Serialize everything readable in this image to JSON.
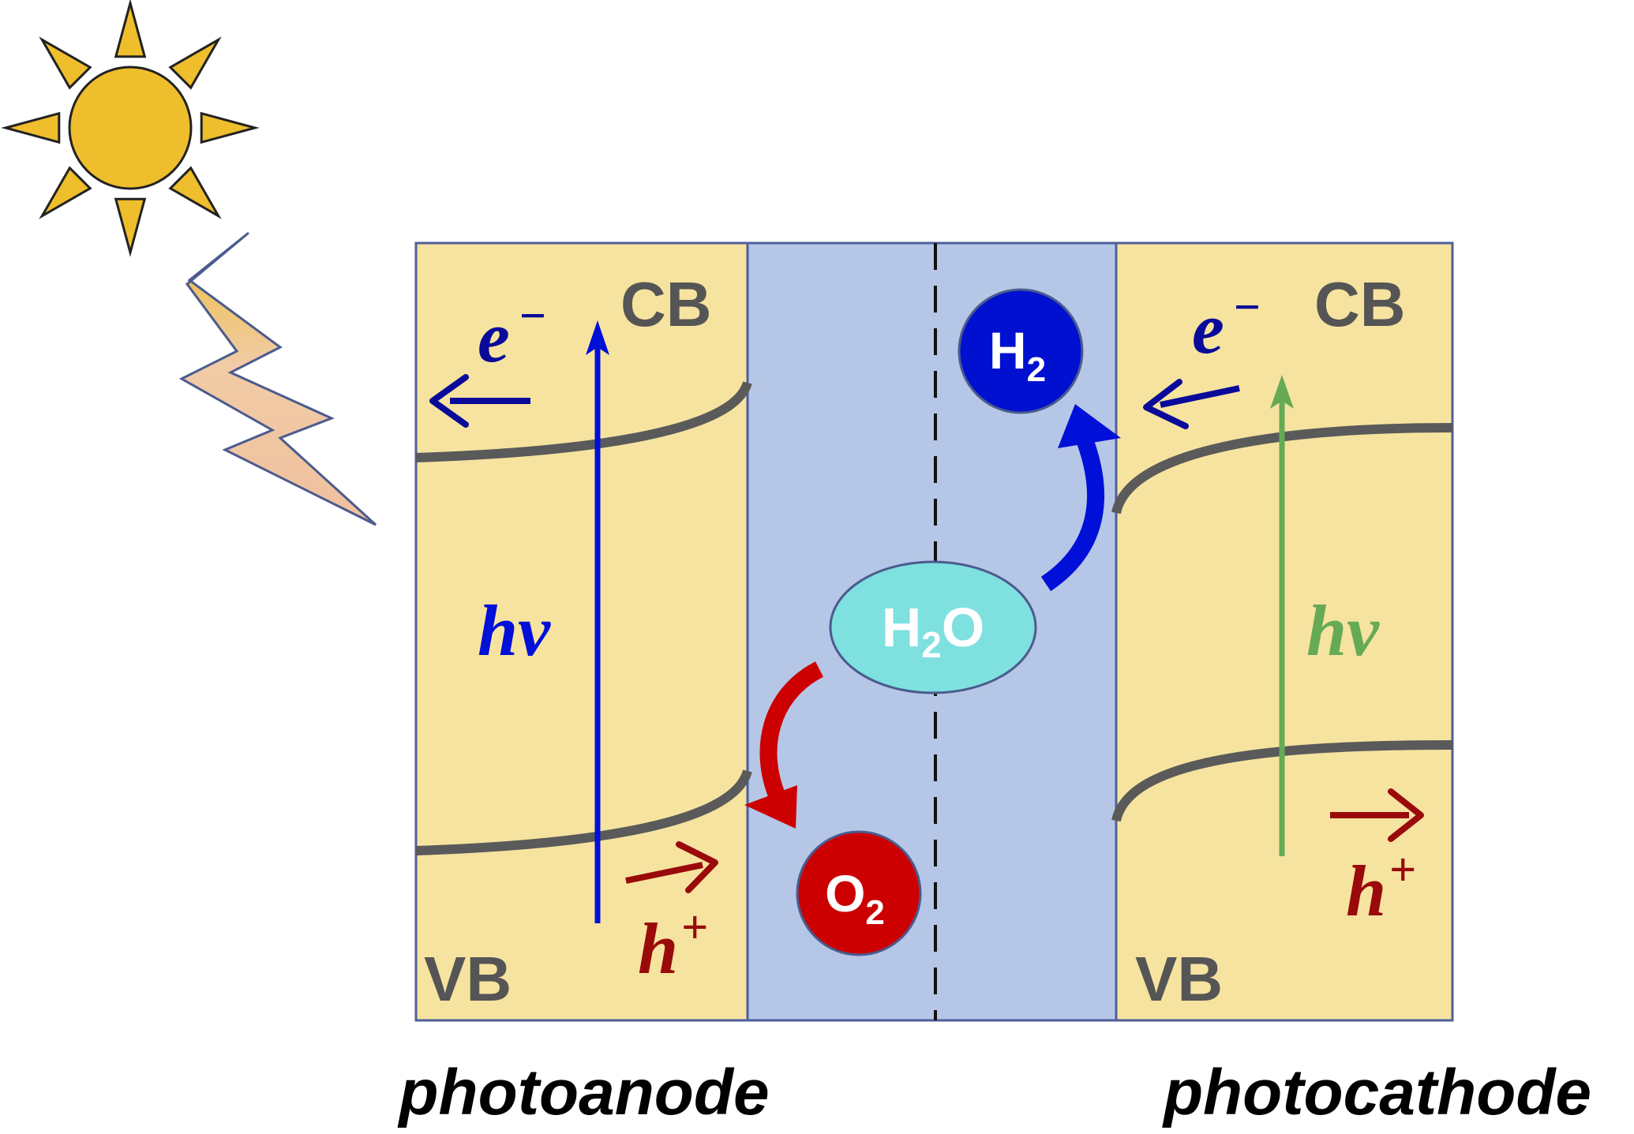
{
  "colors": {
    "semiconductor_fill": "#F6E3A0",
    "electrolyte_fill": "#B6C6E6",
    "panel_stroke": "#4F5F9A",
    "band_line": "#5A5A5A",
    "band_label": "#555555",
    "blue": "#0010D8",
    "navy": "#0A0A9A",
    "dark_red": "#9A0A0A",
    "red": "#CC0000",
    "green": "#66AA55",
    "h2_fill": "#0010D0",
    "o2_fill": "#CC0000",
    "h2o_fill": "#7FE0E0",
    "sun_fill": "#EFBE2C"
  },
  "icons": {
    "sun": "sun-icon",
    "lightning": "lightning-icon"
  },
  "photoanode": {
    "caption": "photoanode",
    "cb": "CB",
    "vb": "VB",
    "electron": "e",
    "electron_sign": "−",
    "photon": "hv",
    "hole": "h",
    "hole_sign": "+"
  },
  "photocathode": {
    "caption": "photocathode",
    "cb": "CB",
    "vb": "VB",
    "electron": "e",
    "electron_sign": "−",
    "photon": "hv",
    "hole": "h",
    "hole_sign": "+"
  },
  "electrolyte": {
    "water": "H",
    "water_sub": "2",
    "water_o": "O",
    "hydrogen": "H",
    "hydrogen_sub": "2",
    "oxygen": "O",
    "oxygen_sub": "2"
  }
}
